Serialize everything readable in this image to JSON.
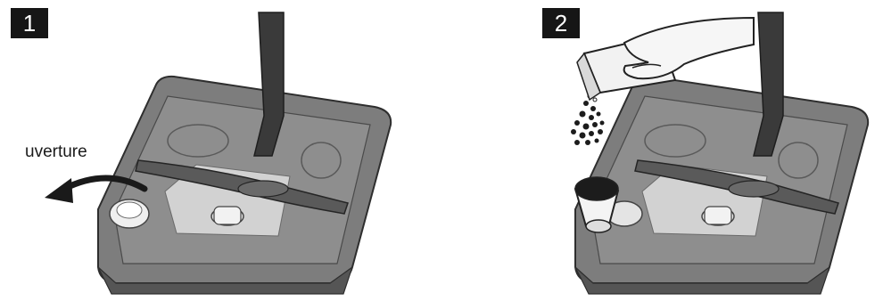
{
  "steps": [
    {
      "number": "1",
      "callout": "uverture",
      "illustration": "dishwasher-tub-salt-container-cap-opening"
    },
    {
      "number": "2",
      "callout": "",
      "illustration": "hand-pouring-salt-through-funnel-into-salt-container"
    }
  ],
  "colors": {
    "badge_bg": "#161616",
    "badge_text": "#ffffff",
    "tub_fill": "#8a8a8a",
    "tub_dark": "#3a3a3a",
    "filter_fill": "#d4d4d4"
  },
  "icons": {
    "open_arrow": "curved-arrow-left-icon",
    "salt_grains": "salt-grains-icon"
  }
}
